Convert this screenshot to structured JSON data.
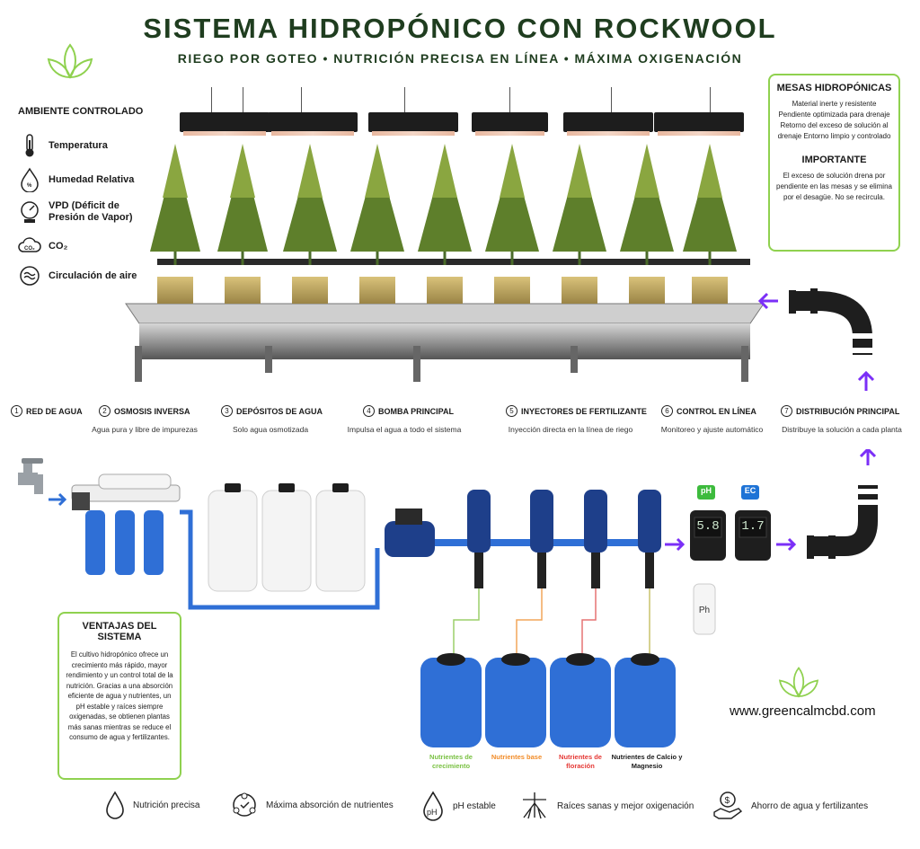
{
  "header": {
    "title": "SISTEMA HIDROPÓNICO CON ROCKWOOL",
    "subtitle": "RIEGO POR GOTEO • NUTRICIÓN PRECISA EN LÍNEA • MÁXIMA OXIGENACIÓN"
  },
  "environment": {
    "title": "AMBIENTE CONTROLADO",
    "items": [
      {
        "icon": "thermometer-icon",
        "label": "Temperatura"
      },
      {
        "icon": "humidity-drop-icon",
        "label": "Humedad Relativa"
      },
      {
        "icon": "gauge-icon",
        "label": "VPD (Déficit de Presión de Vapor)"
      },
      {
        "icon": "co2-cloud-icon",
        "label": "CO₂"
      },
      {
        "icon": "air-circulation-icon",
        "label": "Circulación de aire"
      }
    ]
  },
  "mesas_box": {
    "title": "MESAS HIDROPÓNICAS",
    "text": "Material inerte y resistente Pendiente optimizada para drenaje Retorno del exceso de solución al drenaje Entorno limpio y controlado",
    "important_title": "IMPORTANTE",
    "important_text": "El exceso de solución drena por pendiente en las mesas y se elimina por el desagüe. No se recircula."
  },
  "steps": [
    {
      "num": "1",
      "label": "RED DE AGUA",
      "desc": ""
    },
    {
      "num": "2",
      "label": "OSMOSIS INVERSA",
      "desc": "Agua pura y libre de impurezas"
    },
    {
      "num": "3",
      "label": "DEPÓSITOS DE AGUA",
      "desc": "Solo agua osmotizada"
    },
    {
      "num": "4",
      "label": "BOMBA PRINCIPAL",
      "desc": "Impulsa el agua a todo el sistema"
    },
    {
      "num": "5",
      "label": "INYECTORES DE FERTILIZANTE",
      "desc": "Inyección directa en la línea de riego"
    },
    {
      "num": "6",
      "label": "CONTROL EN LÍNEA",
      "desc": "Monitoreo y ajuste automático"
    },
    {
      "num": "7",
      "label": "DISTRIBUCIÓN PRINCIPAL",
      "desc": "Distribuye la solución a cada planta"
    }
  ],
  "meters": {
    "ph_tag": "pH",
    "ph_value": "5.8",
    "ec_tag": "EC",
    "ec_value": "1.7",
    "ph_bottle": "Ph"
  },
  "nutrients": [
    {
      "label": "Nutrientes de crecimiento",
      "color": "#7ac143"
    },
    {
      "label": "Nutrientes base",
      "color": "#f28c28"
    },
    {
      "label": "Nutrientes de floración",
      "color": "#e53935"
    },
    {
      "label": "Nutrientes de Calcio y Magnesio",
      "color": "#1a1a1a"
    }
  ],
  "ventajas": {
    "title": "VENTAJAS DEL SISTEMA",
    "text": "El cultivo hidropónico ofrece un crecimiento más rápido, mayor rendimiento y un control total de la nutrición. Gracias a una absorción eficiente de agua y nutrientes, un pH estable y raíces siempre oxigenadas, se obtienen plantas más sanas mientras se reduce el consumo de agua y fertilizantes."
  },
  "website": "www.greencalmcbd.com",
  "benefits": [
    {
      "icon": "drop-icon",
      "label": "Nutrición precisa"
    },
    {
      "icon": "nutrient-cycle-icon",
      "label": "Máxima absorción de nutrientes"
    },
    {
      "icon": "ph-drop-icon",
      "label": "pH estable"
    },
    {
      "icon": "roots-icon",
      "label": "Raíces sanas y mejor oxigenación"
    },
    {
      "icon": "savings-hand-icon",
      "label": "Ahorro de agua y fertilizantes"
    }
  ],
  "colors": {
    "accent_green": "#8fd14f",
    "arrow_purple": "#7b2ff7",
    "tank_blue": "#2f6fd6",
    "title_dark_green": "#1f3d1f"
  }
}
